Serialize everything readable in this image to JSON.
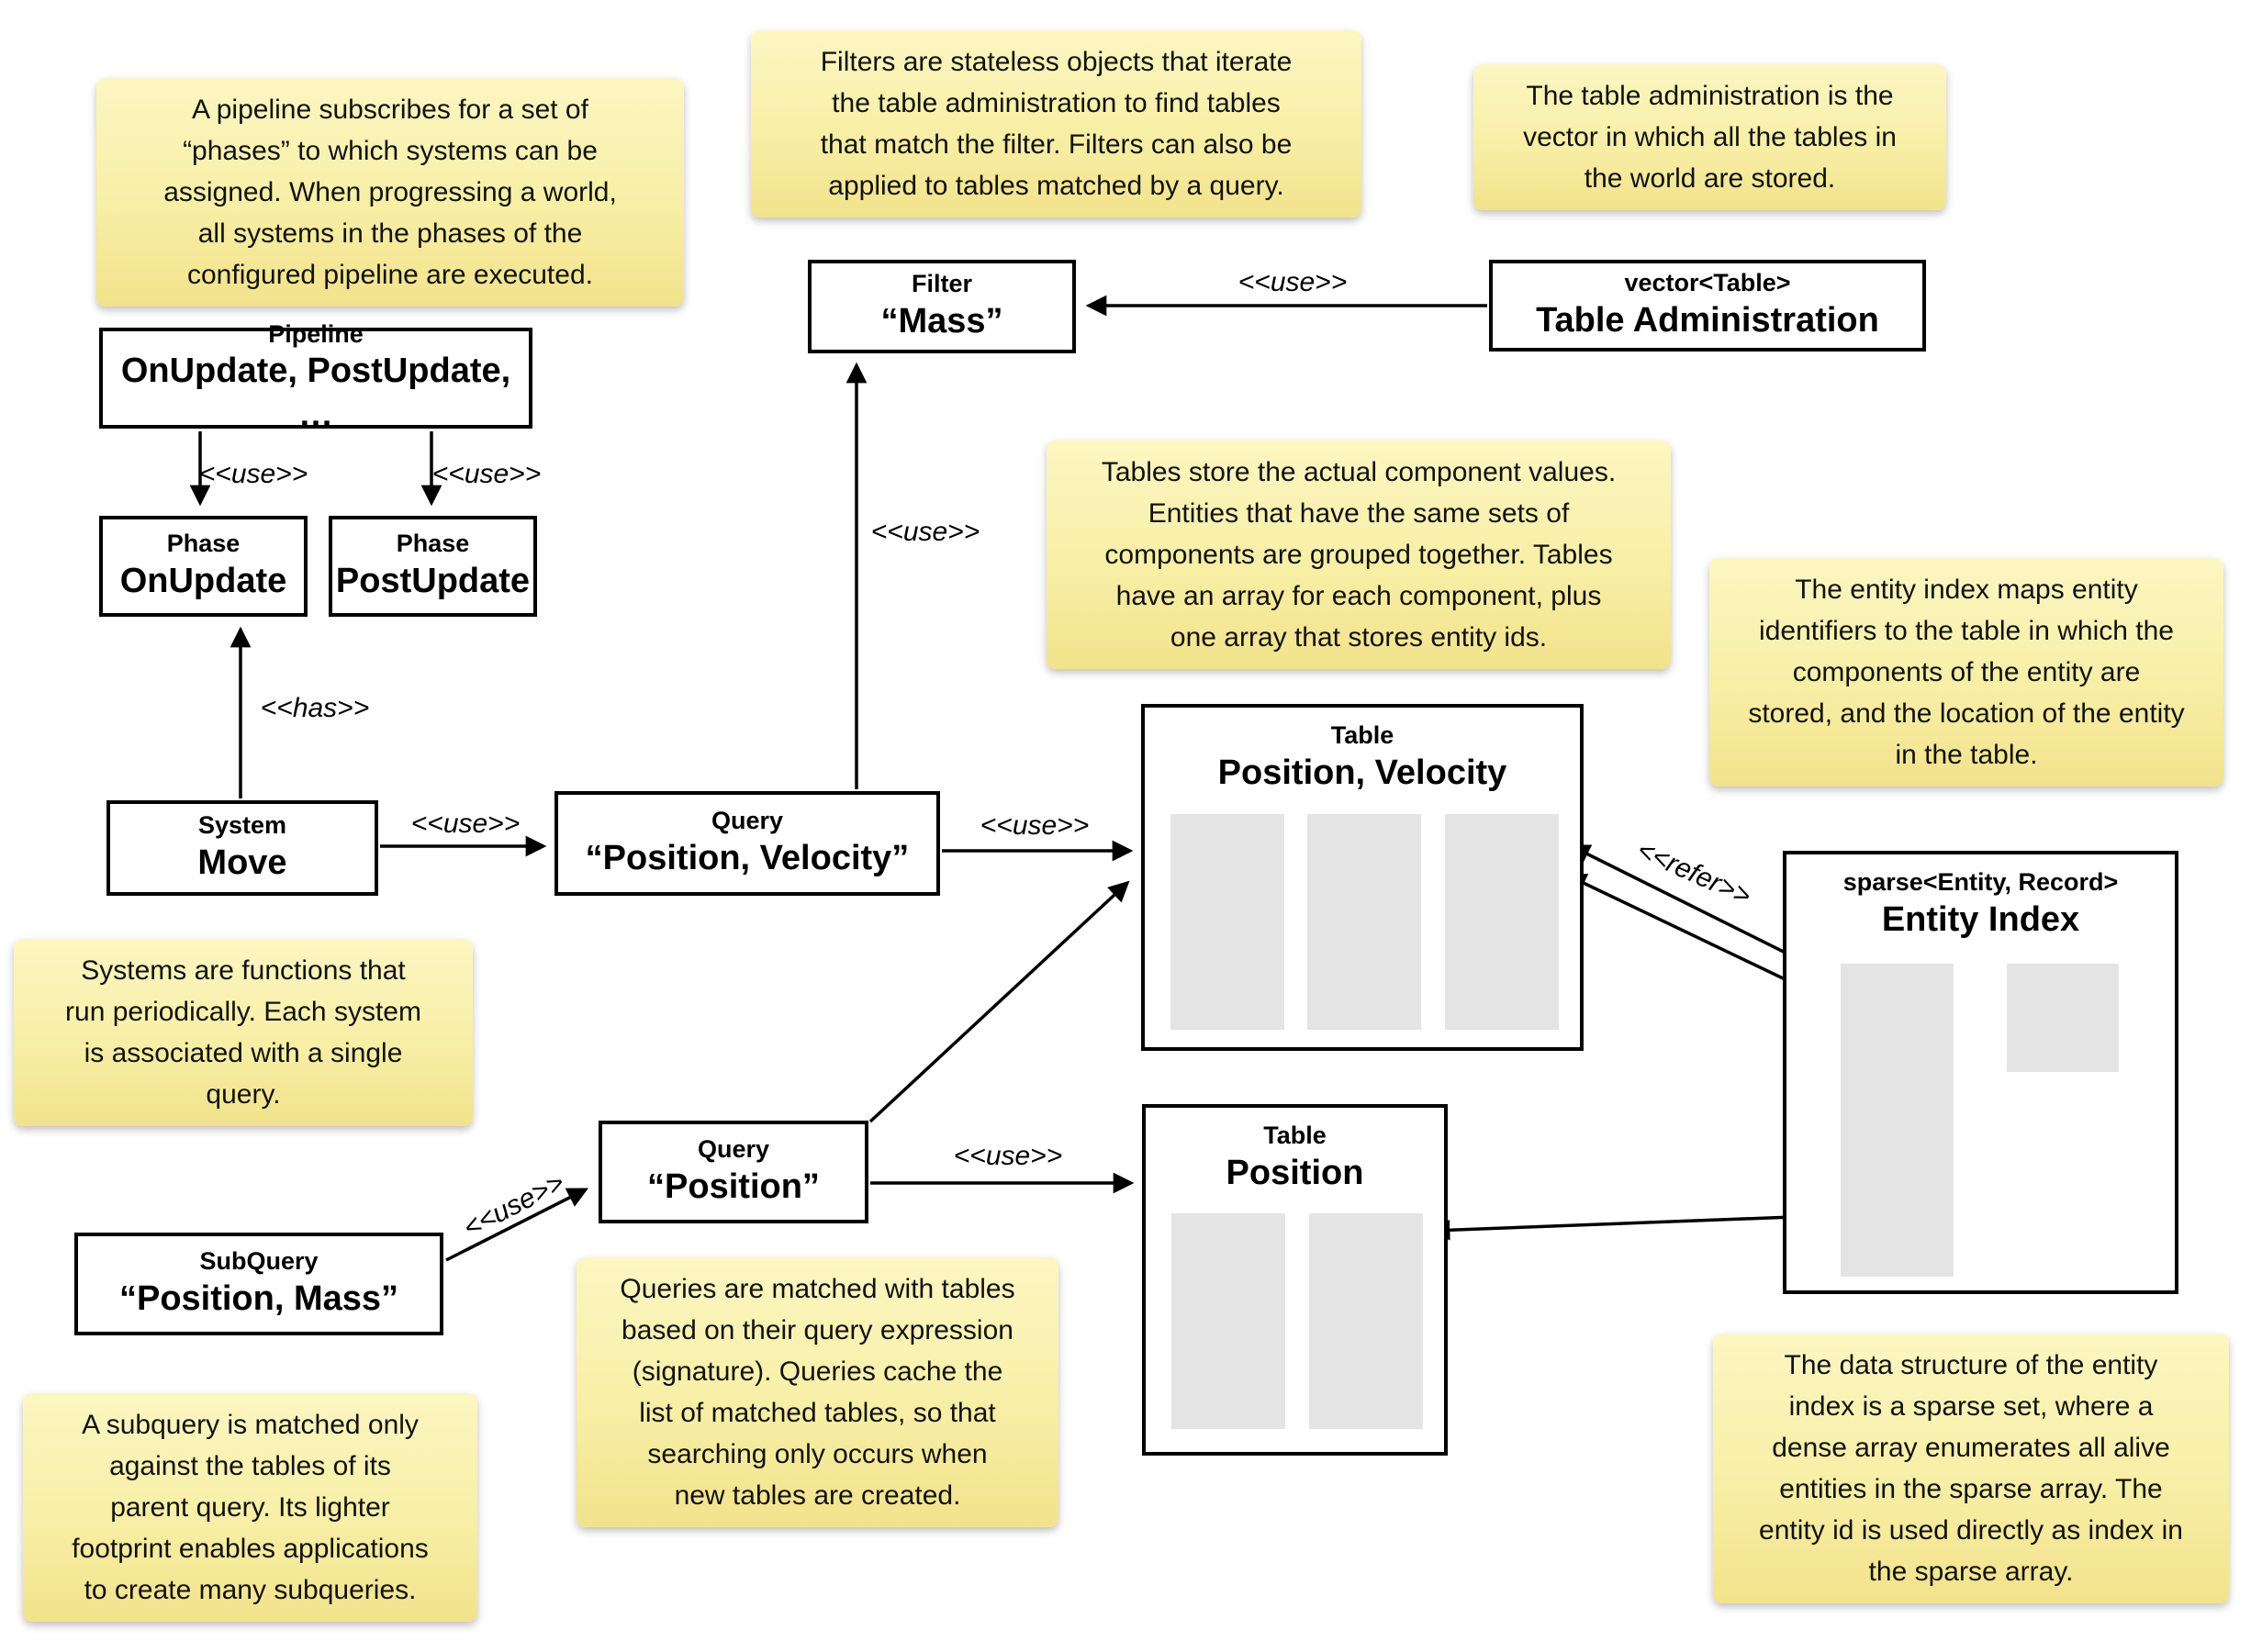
{
  "notes": {
    "pipeline": "A pipeline subscribes for a set of\n“phases” to which systems can be\nassigned. When progressing a world,\nall systems in the phases of the\nconfigured pipeline are executed.",
    "filters": "Filters are stateless objects that iterate\nthe table administration to find tables\nthat match the filter. Filters can also be\napplied to tables matched by a query.",
    "table_admin": "The table administration is the\nvector in which all the tables in\nthe world are stored.",
    "tables": "Tables store the actual component values.\nEntities that have the same sets of\ncomponents are grouped together. Tables\nhave an array for each component, plus\none array that stores entity ids.",
    "entity_index": "The entity index maps entity\nidentifiers to the table in which the\ncomponents of the entity are\nstored, and the location of the entity\nin the table.",
    "systems": "Systems are functions that\nrun periodically. Each system\nis associated with a single\nquery.",
    "queries": "Queries are matched with tables\nbased on their query expression\n(signature). Queries cache the\nlist of matched tables, so that\nsearching only occurs when\nnew tables are created.",
    "subquery": "A subquery is matched only\nagainst the tables of its\nparent query. Its lighter\nfootprint enables applications\nto create many subqueries.",
    "sparse_set": "The data structure of the entity\nindex is a sparse set, where a\ndense array enumerates all alive\nentities in the sparse array. The\nentity id is used directly as index in\nthe sparse array."
  },
  "boxes": {
    "pipeline": {
      "title": "Pipeline",
      "name": "OnUpdate, PostUpdate, …"
    },
    "filter": {
      "title": "Filter",
      "name": "“Mass”"
    },
    "table_admin": {
      "title": "vector<Table>",
      "name": "Table Administration"
    },
    "phase_onupdate": {
      "title": "Phase",
      "name": "OnUpdate"
    },
    "phase_postupdate": {
      "title": "Phase",
      "name": "PostUpdate"
    },
    "system_move": {
      "title": "System",
      "name": "Move"
    },
    "query_pv": {
      "title": "Query",
      "name": "“Position, Velocity”"
    },
    "table_pv": {
      "title": "Table",
      "name": "Position, Velocity"
    },
    "query_p": {
      "title": "Query",
      "name": "“Position”"
    },
    "table_p": {
      "title": "Table",
      "name": "Position"
    },
    "subquery": {
      "title": "SubQuery",
      "name": "“Position, Mass”"
    },
    "entity_index": {
      "title": "sparse<Entity, Record>",
      "name": "Entity Index"
    }
  },
  "labels": {
    "use": "<<use>>",
    "has": "<<has>>",
    "refer": "<<refer>>"
  },
  "colors": {
    "note_top": "#fcf6c2",
    "note_bottom": "#f2e28c",
    "node_border": "#000000",
    "array_fill": "#e4e4e4"
  }
}
